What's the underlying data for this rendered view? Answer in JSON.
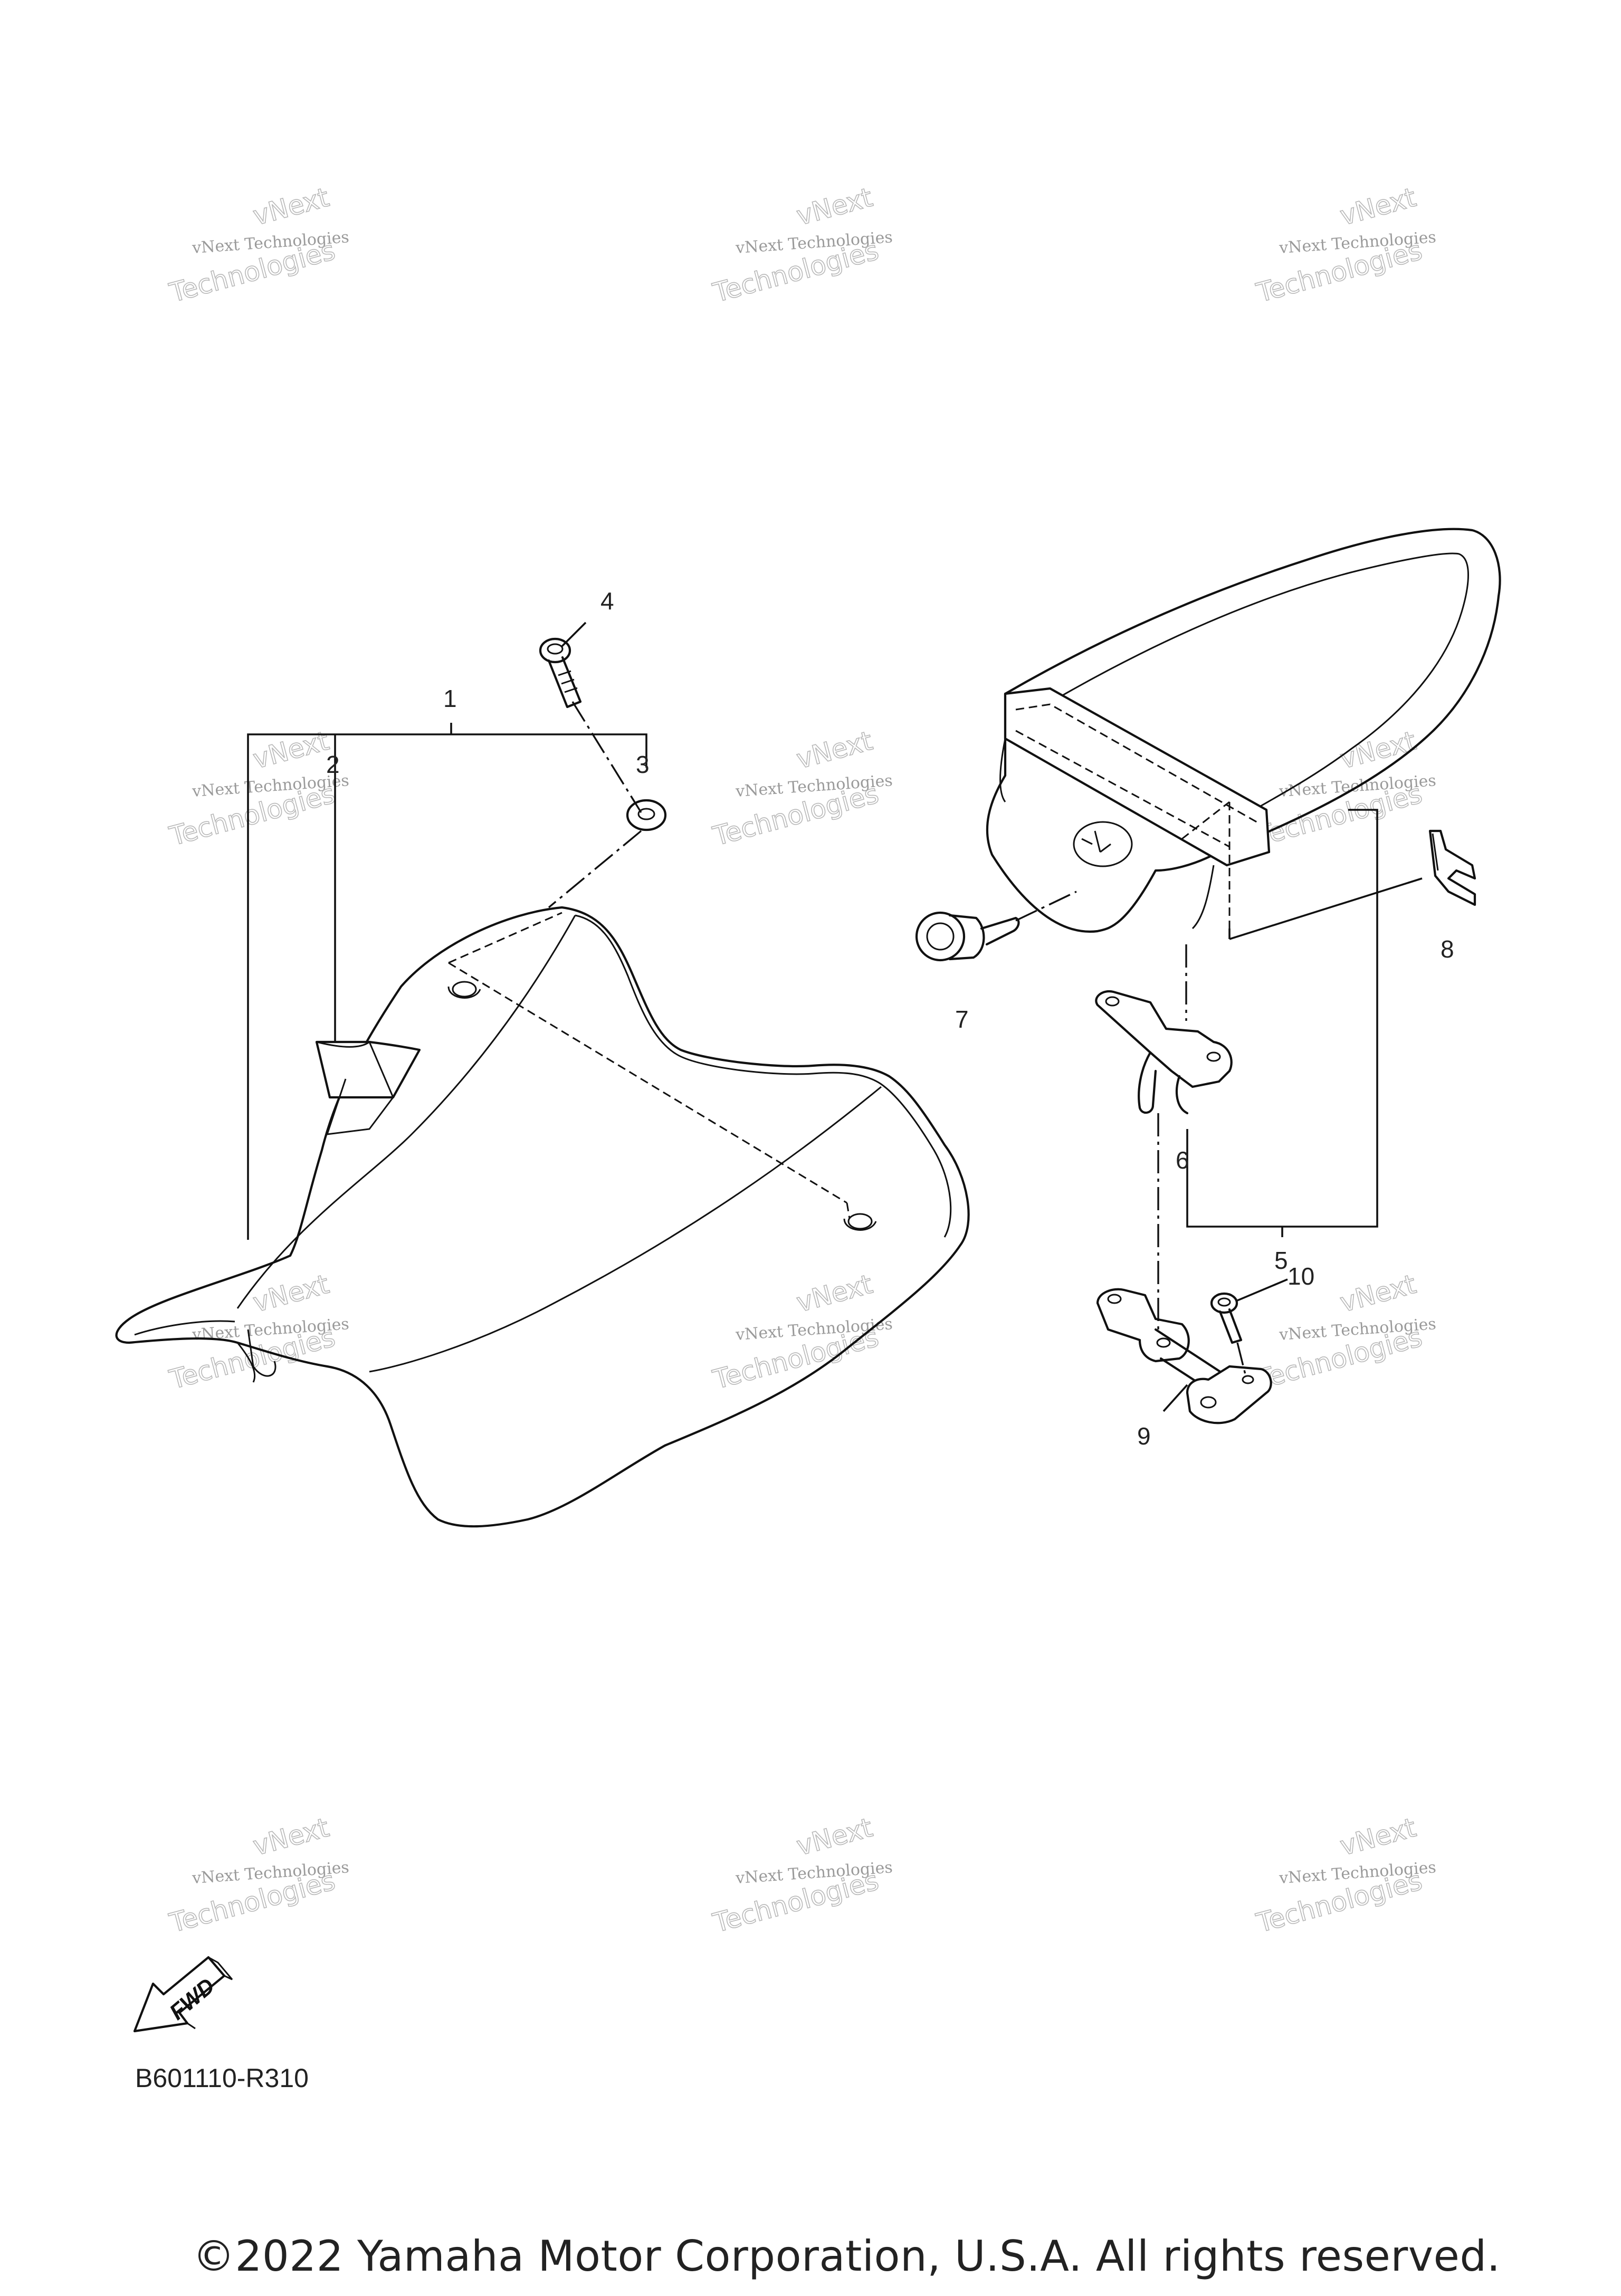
{
  "callouts": [
    "1",
    "2",
    "3",
    "4",
    "5",
    "6",
    "7",
    "8",
    "9",
    "10"
  ],
  "watermark": {
    "line1": "vNext Technologies",
    "line2": "vNext",
    "line3": "Technologies"
  },
  "fwd_label": "FWD",
  "reference_code": "B601110-R310",
  "copyright": "©2022 Yamaha Motor Corporation, U.S.A. All rights reserved.",
  "icons": [
    "fwd-arrow-icon"
  ]
}
